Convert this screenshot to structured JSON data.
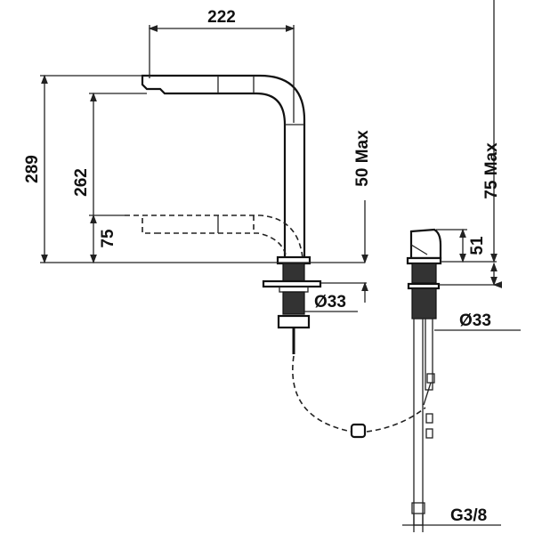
{
  "drawing": {
    "dimensions": {
      "spout_reach": "222",
      "total_height": "289",
      "spout_height": "262",
      "pulled_spout_height": "75",
      "max_deck_thickness_front": "50 Max",
      "hole_diameter_front": "Ø33",
      "handle_height": "51",
      "max_deck_thickness_side": "75 Max",
      "hole_diameter_side": "Ø33",
      "connection": "G3/8"
    },
    "colors": {
      "line": "#222222",
      "background": "#ffffff"
    }
  }
}
